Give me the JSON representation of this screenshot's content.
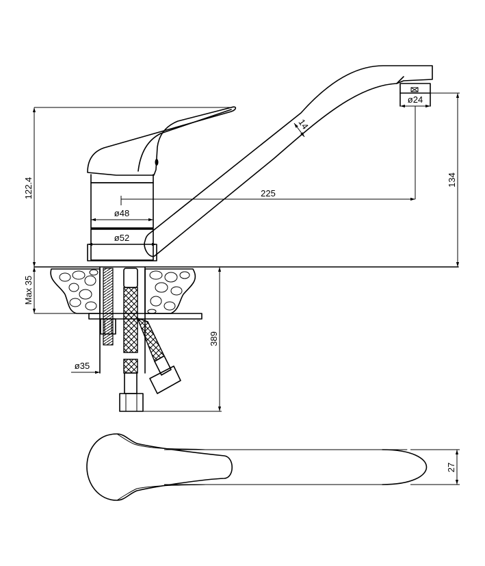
{
  "drawing": {
    "title": "Single-lever faucet technical drawing",
    "stroke_color": "#000000",
    "background_color": "#ffffff",
    "dimensions": {
      "total_height": "122.4",
      "body_diameter": "ø48",
      "base_diameter": "ø52",
      "spout_reach": "225",
      "spout_thickness": "14",
      "aerator_diameter": "ø24",
      "spout_height": "134",
      "max_counter_thickness": "Max 35",
      "hole_diameter": "ø35",
      "hose_length": "389",
      "handle_width": "27"
    }
  }
}
